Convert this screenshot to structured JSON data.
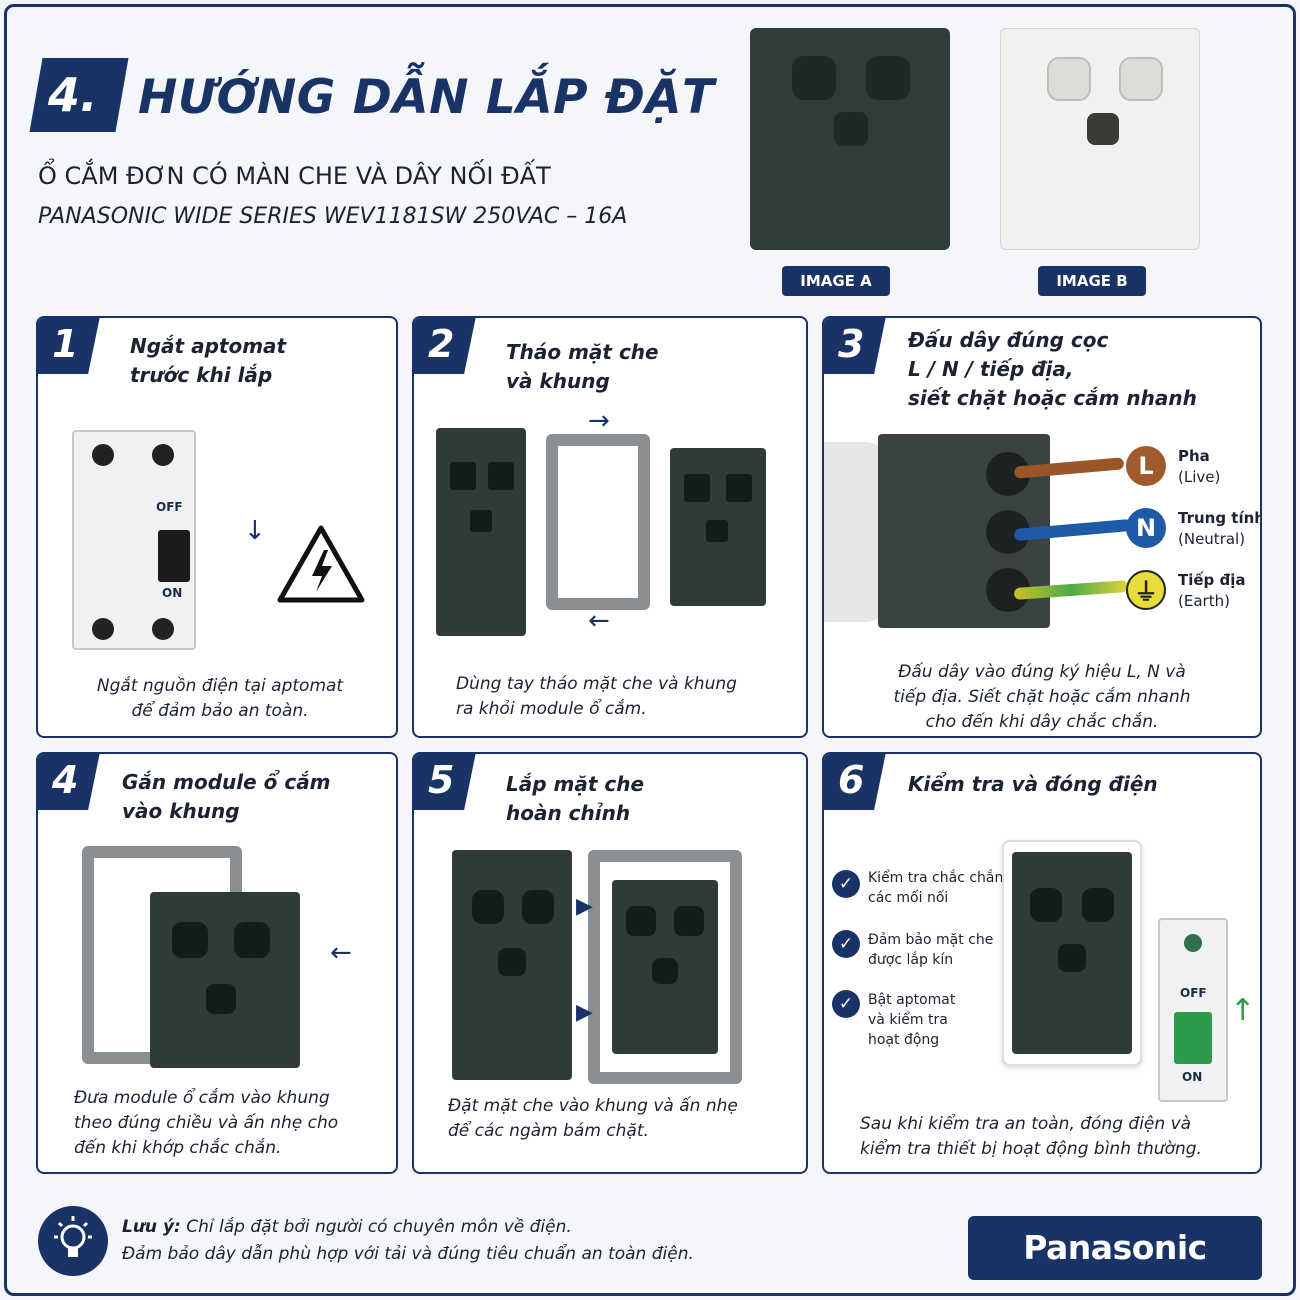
{
  "header": {
    "number": "4.",
    "title": "HƯỚNG DẪN LẮP ĐẶT",
    "subtitle": "Ổ CẮM ĐƠN CÓ MÀN CHE VÀ DÂY NỐI ĐẤT",
    "model": "PANASONIC WIDE SERIES WEV1181SW 250VAC – 16A"
  },
  "products": [
    {
      "caption": "IMAGE A",
      "color": "#2e3d3a"
    },
    {
      "caption": "IMAGE B",
      "color": "#f1f1ef"
    }
  ],
  "steps": [
    {
      "number": "1",
      "title_l1": "Ngắt aptomat",
      "title_l2": "trước khi lắp",
      "desc_l1": "Ngắt nguồn điện tại aptomat",
      "desc_l2": "để đảm bảo an toàn.",
      "off": "OFF",
      "on": "ON"
    },
    {
      "number": "2",
      "title_l1": "Tháo mặt che",
      "title_l2": "và khung",
      "desc_l1": "Dùng tay tháo mặt che và khung",
      "desc_l2": "ra khỏi module ổ cắm."
    },
    {
      "number": "3",
      "title_l1": "Đấu dây đúng cọc",
      "title_l2": "L / N / tiếp địa,",
      "title_l3": "siết chặt hoặc cắm nhanh",
      "desc_l1": "Đấu dây vào đúng ký hiệu L, N và",
      "desc_l2": "tiếp địa. Siết chặt hoặc cắm nhanh",
      "desc_l3": "cho đến khi dây chắc chắn."
    },
    {
      "number": "4",
      "title_l1": "Gắn module ổ cắm",
      "title_l2": "vào khung",
      "desc_l1": "Đưa module ổ cắm vào khung",
      "desc_l2": "theo đúng chiều và ấn nhẹ cho",
      "desc_l3": "đến khi khớp chắc chắn."
    },
    {
      "number": "5",
      "title_l1": "Lắp mặt che",
      "title_l2": "hoàn chỉnh",
      "desc_l1": "Đặt mặt che vào khung và ấn nhẹ",
      "desc_l2": "để các ngàm bám chặt."
    },
    {
      "number": "6",
      "title_l1": "Kiểm tra và đóng điện",
      "desc_l1": "Sau khi kiểm tra an toàn, đóng điện và",
      "desc_l2": "kiểm tra thiết bị hoạt động bình thường.",
      "off": "OFF",
      "on": "ON"
    }
  ],
  "wires": [
    {
      "symbol": "L",
      "name": "Pha",
      "sub": "(Live)",
      "color": "#a15a2c"
    },
    {
      "symbol": "N",
      "name": "Trung tính",
      "sub": "(Neutral)",
      "color": "#1e5aa8"
    },
    {
      "symbol": "⏚",
      "name": "Tiếp địa",
      "sub": "(Earth)",
      "color": "#e8dc3a"
    }
  ],
  "checklist": [
    {
      "l1": "Kiểm tra chắc chắn",
      "l2": "các mối nối"
    },
    {
      "l1": "Đảm bảo mặt che",
      "l2": "được lắp kín"
    },
    {
      "l1": "Bật aptomat",
      "l2": "và kiểm tra",
      "l3": "hoạt động"
    }
  ],
  "note": {
    "label": "Lưu ý:",
    "l1": "Chỉ lắp đặt bởi người có chuyên môn về điện.",
    "l2": "Đảm bảo dây dẫn phù hợp với tải và đúng tiêu chuẩn an toàn điện."
  },
  "brand": "Panasonic",
  "colors": {
    "navy": "#1a3366",
    "socket": "#2f3b39",
    "arrow_green": "#2e9a4c"
  }
}
